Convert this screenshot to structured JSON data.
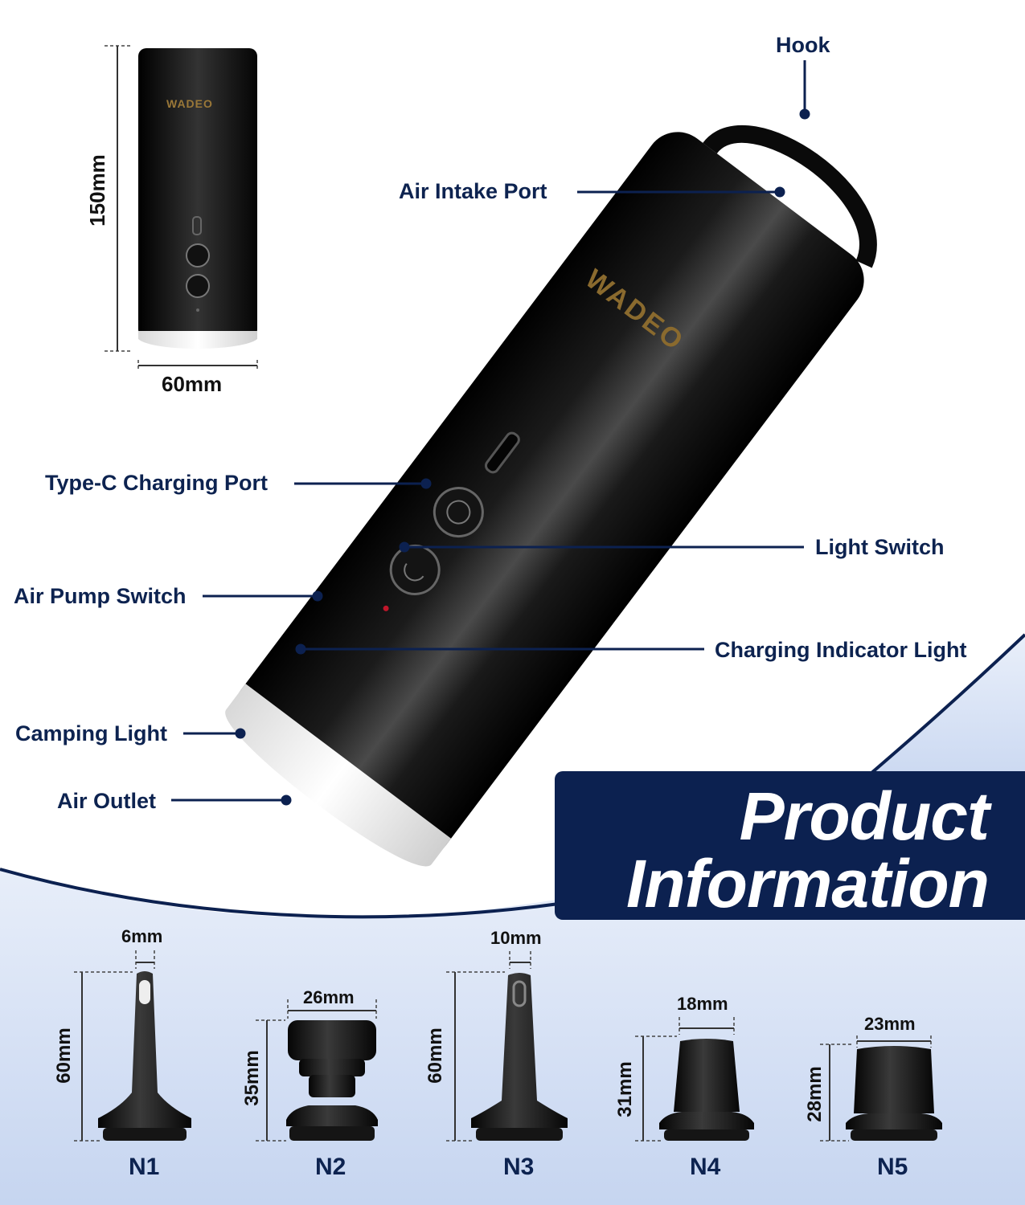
{
  "colors": {
    "navy": "#0c2150",
    "label_text": "#0d2350",
    "device_body": "#0a0a0a",
    "brand_gold": "#8a6a2e",
    "wave_light": "#cfdcf3"
  },
  "small_device": {
    "brand": "WADEO",
    "height_dim": "150mm",
    "width_dim": "60mm"
  },
  "main_device": {
    "brand": "WADEO"
  },
  "callouts": {
    "hook": "Hook",
    "air_intake_port": "Air Intake Port",
    "type_c_port": "Type-C Charging Port",
    "light_switch": "Light Switch",
    "air_pump_switch": "Air Pump Switch",
    "charging_indicator": "Charging Indicator Light",
    "camping_light": "Camping Light",
    "air_outlet": "Air Outlet"
  },
  "banner": {
    "line1": "Product",
    "line2": "Information"
  },
  "nozzles": [
    {
      "name": "N1",
      "width": "6mm",
      "height": "60mm"
    },
    {
      "name": "N2",
      "width": "26mm",
      "height": "35mm"
    },
    {
      "name": "N3",
      "width": "10mm",
      "height": "60mm"
    },
    {
      "name": "N4",
      "width": "18mm",
      "height": "31mm"
    },
    {
      "name": "N5",
      "width": "23mm",
      "height": "28mm"
    }
  ]
}
